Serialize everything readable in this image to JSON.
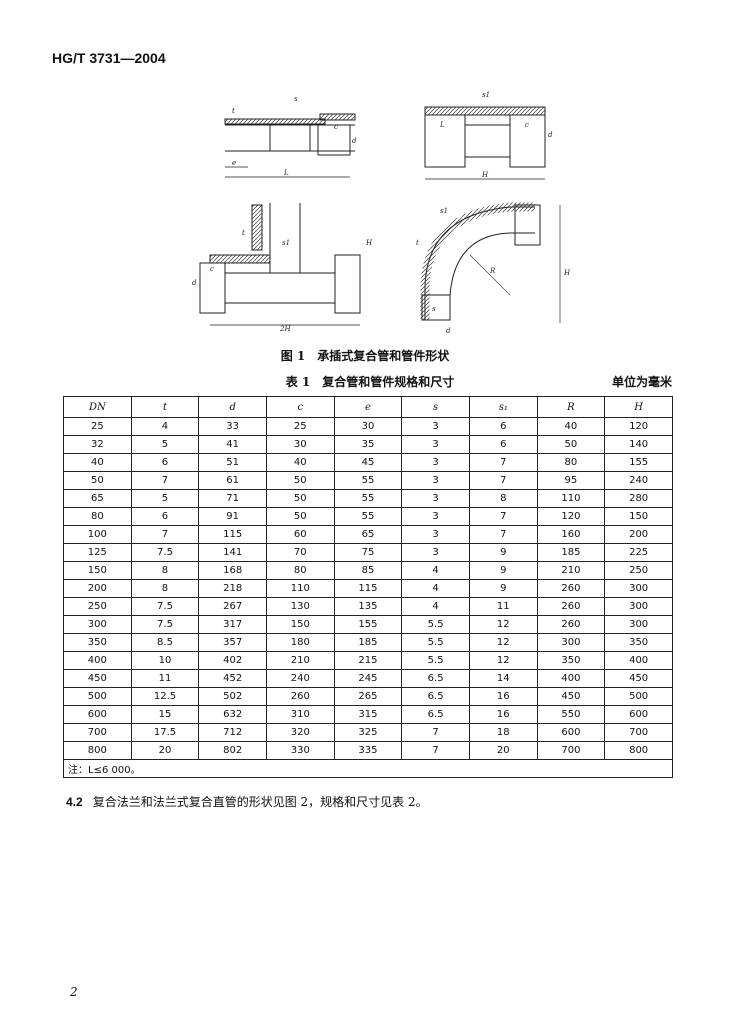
{
  "header": {
    "standard": "HG/T 3731—2004"
  },
  "figure": {
    "caption": "图 1　承插式复合管和管件形状",
    "labels": {
      "pipe": [
        "t",
        "s",
        "c",
        "e",
        "d",
        "L"
      ],
      "coupling": [
        "s1",
        "L",
        "c",
        "d",
        "H"
      ],
      "tee": [
        "t",
        "s1",
        "H",
        "c",
        "d",
        "2H"
      ],
      "elbow": [
        "s1",
        "t",
        "R",
        "H",
        "s",
        "d"
      ]
    }
  },
  "table": {
    "caption": "表 1　复合管和管件规格和尺寸",
    "unit": "单位为毫米",
    "headers": [
      "DN",
      "t",
      "d",
      "c",
      "e",
      "s",
      "s₁",
      "R",
      "H"
    ],
    "rows": [
      [
        "25",
        "4",
        "33",
        "25",
        "30",
        "3",
        "6",
        "40",
        "120"
      ],
      [
        "32",
        "5",
        "41",
        "30",
        "35",
        "3",
        "6",
        "50",
        "140"
      ],
      [
        "40",
        "6",
        "51",
        "40",
        "45",
        "3",
        "7",
        "80",
        "155"
      ],
      [
        "50",
        "7",
        "61",
        "50",
        "55",
        "3",
        "7",
        "95",
        "240"
      ],
      [
        "65",
        "5",
        "71",
        "50",
        "55",
        "3",
        "8",
        "110",
        "280"
      ],
      [
        "80",
        "6",
        "91",
        "50",
        "55",
        "3",
        "7",
        "120",
        "150"
      ],
      [
        "100",
        "7",
        "115",
        "60",
        "65",
        "3",
        "7",
        "160",
        "200"
      ],
      [
        "125",
        "7.5",
        "141",
        "70",
        "75",
        "3",
        "9",
        "185",
        "225"
      ],
      [
        "150",
        "8",
        "168",
        "80",
        "85",
        "4",
        "9",
        "210",
        "250"
      ],
      [
        "200",
        "8",
        "218",
        "110",
        "115",
        "4",
        "9",
        "260",
        "300"
      ],
      [
        "250",
        "7.5",
        "267",
        "130",
        "135",
        "4",
        "11",
        "260",
        "300"
      ],
      [
        "300",
        "7.5",
        "317",
        "150",
        "155",
        "5.5",
        "12",
        "260",
        "300"
      ],
      [
        "350",
        "8.5",
        "357",
        "180",
        "185",
        "5.5",
        "12",
        "300",
        "350"
      ],
      [
        "400",
        "10",
        "402",
        "210",
        "215",
        "5.5",
        "12",
        "350",
        "400"
      ],
      [
        "450",
        "11",
        "452",
        "240",
        "245",
        "6.5",
        "14",
        "400",
        "450"
      ],
      [
        "500",
        "12.5",
        "502",
        "260",
        "265",
        "6.5",
        "16",
        "450",
        "500"
      ],
      [
        "600",
        "15",
        "632",
        "310",
        "315",
        "6.5",
        "16",
        "550",
        "600"
      ],
      [
        "700",
        "17.5",
        "712",
        "320",
        "325",
        "7",
        "18",
        "600",
        "700"
      ],
      [
        "800",
        "20",
        "802",
        "330",
        "335",
        "7",
        "20",
        "700",
        "800"
      ]
    ],
    "note": "注：L≤6 000。"
  },
  "section": {
    "number": "4.2",
    "text": "复合法兰和法兰式复合直管的形状见图 2，规格和尺寸见表 2。"
  },
  "page_number": "2"
}
